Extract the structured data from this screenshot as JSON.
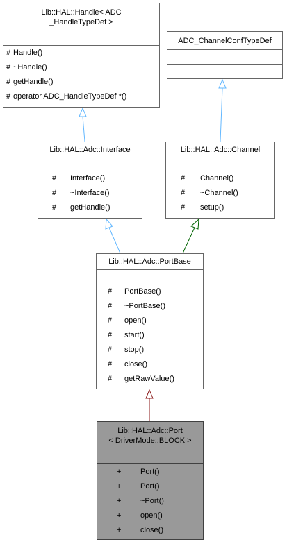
{
  "classes": {
    "handle": {
      "title_lines": [
        "Lib::HAL::Handle< ADC",
        "_HandleTypeDef >"
      ],
      "ops": [
        {
          "vis": "#",
          "name": "Handle()"
        },
        {
          "vis": "#",
          "name": "~Handle()"
        },
        {
          "vis": "#",
          "name": "getHandle()"
        },
        {
          "vis": "#",
          "name": "operator ADC_HandleTypeDef *()"
        }
      ]
    },
    "conf": {
      "title_lines": [
        "ADC_ChannelConfTypeDef"
      ],
      "ops": []
    },
    "interface": {
      "title_lines": [
        "Lib::HAL::Adc::Interface"
      ],
      "ops": [
        {
          "vis": "#",
          "name": "Interface()"
        },
        {
          "vis": "#",
          "name": "~Interface()"
        },
        {
          "vis": "#",
          "name": "getHandle()"
        }
      ]
    },
    "channel": {
      "title_lines": [
        "Lib::HAL::Adc::Channel"
      ],
      "ops": [
        {
          "vis": "#",
          "name": "Channel()"
        },
        {
          "vis": "#",
          "name": "~Channel()"
        },
        {
          "vis": "#",
          "name": "setup()"
        }
      ]
    },
    "portbase": {
      "title_lines": [
        "Lib::HAL::Adc::PortBase"
      ],
      "ops": [
        {
          "vis": "#",
          "name": "PortBase()"
        },
        {
          "vis": "#",
          "name": "~PortBase()"
        },
        {
          "vis": "#",
          "name": "open()"
        },
        {
          "vis": "#",
          "name": "start()"
        },
        {
          "vis": "#",
          "name": "stop()"
        },
        {
          "vis": "#",
          "name": "close()"
        },
        {
          "vis": "#",
          "name": "getRawValue()"
        }
      ]
    },
    "port": {
      "title_lines": [
        "Lib::HAL::Adc::Port",
        "< DriverMode::BLOCK >"
      ],
      "ops": [
        {
          "vis": "+",
          "name": "Port()"
        },
        {
          "vis": "+",
          "name": "Port()"
        },
        {
          "vis": "+",
          "name": "~Port()"
        },
        {
          "vis": "+",
          "name": "open()"
        },
        {
          "vis": "+",
          "name": "close()"
        }
      ]
    }
  },
  "colors": {
    "public_inheritance": "#63b8ff",
    "protected_inheritance": "#006400",
    "template_instantiation": "#8b1a1a",
    "highlight_fill": "#999999"
  }
}
